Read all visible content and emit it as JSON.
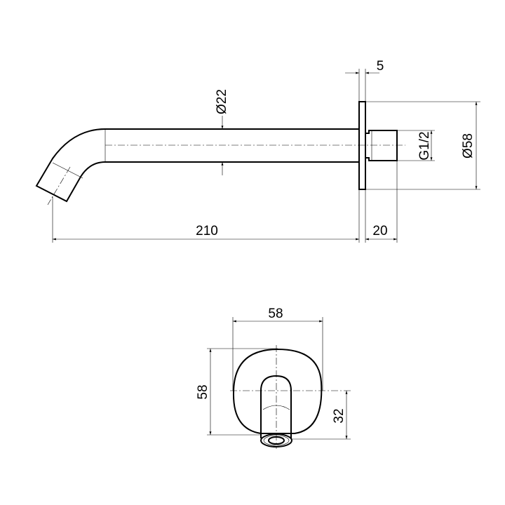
{
  "side_view": {
    "length_label": "210",
    "thread_length_label": "20",
    "flange_thickness_label": "5",
    "pipe_diameter_label": "Ø22",
    "thread_label": "G1/2",
    "flange_diameter_label": "Ø58"
  },
  "front_view": {
    "width_label": "58",
    "height_label": "58",
    "spout_offset_label": "32"
  },
  "colors": {
    "line": "#000000",
    "background": "#ffffff"
  }
}
